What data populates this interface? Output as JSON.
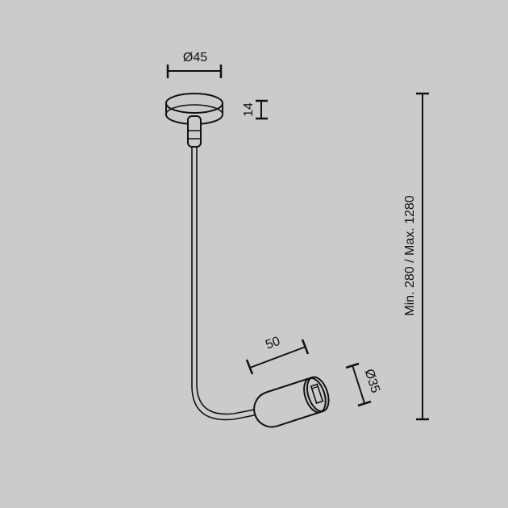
{
  "diagram": {
    "type": "technical-drawing",
    "subject": "pendant lamp with flexible cord",
    "background": "#cbcbcb",
    "stroke": "#111111",
    "dimensions": {
      "canopy_diameter": "Ø45",
      "canopy_height": "14",
      "shade_length": "50",
      "shade_diameter": "Ø35",
      "suspension_length": "Min. 280 / Max. 1280"
    }
  }
}
